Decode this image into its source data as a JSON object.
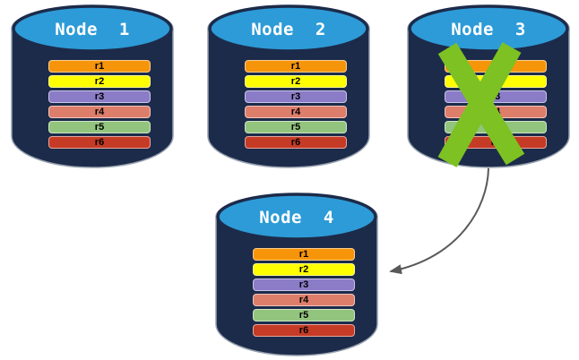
{
  "diagram_name": "node-failure-replication",
  "nodes": [
    {
      "id": "node-1",
      "title": "Node  1",
      "status": "healthy",
      "replicas": [
        "r1",
        "r2",
        "r3",
        "r4",
        "r5",
        "r6"
      ]
    },
    {
      "id": "node-2",
      "title": "Node  2",
      "status": "healthy",
      "replicas": [
        "r1",
        "r2",
        "r3",
        "r4",
        "r5",
        "r6"
      ]
    },
    {
      "id": "node-3",
      "title": "Node  3",
      "status": "failed",
      "replicas": [
        "r1",
        "r2",
        "r3",
        "r4",
        "r5",
        "r6"
      ]
    },
    {
      "id": "node-4",
      "title": "Node  4",
      "status": "healthy",
      "replicas": [
        "r1",
        "r2",
        "r3",
        "r4",
        "r5",
        "r6"
      ]
    }
  ],
  "replica_colors": {
    "r1": "#F7950A",
    "r2": "#FFFF00",
    "r3": "#8B7CC8",
    "r4": "#DD7E6B",
    "r5": "#93C47E",
    "r6": "#C53B26"
  },
  "colors": {
    "cylinder_body": "#1C2B4A",
    "cylinder_top": "#2D9BD7",
    "cylinder_outline": "#97A1AF",
    "failure_x": "#7DC123",
    "arrow": "#595959",
    "bar_text": "#000000",
    "title_text": "#FFFFFF"
  }
}
